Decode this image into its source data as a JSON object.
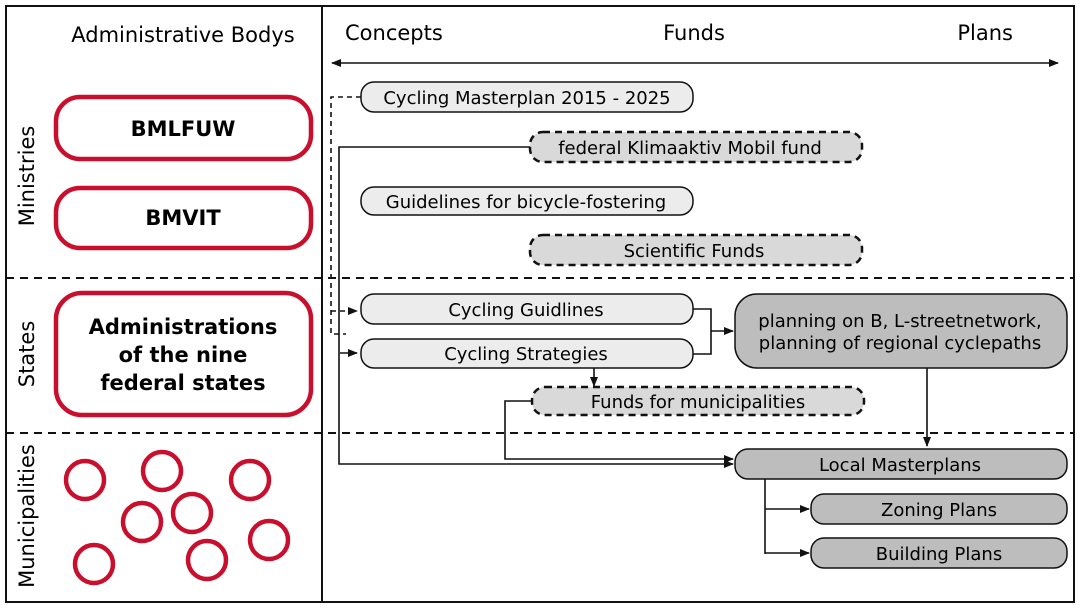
{
  "headers": {
    "admin": "Administrative Bodys",
    "concepts": "Concepts",
    "funds": "Funds",
    "plans": "Plans"
  },
  "rows": {
    "ministries": "Ministries",
    "states": "States",
    "municipalities": "Municipalities"
  },
  "bodies": {
    "bmlfuw": "BMLFUW",
    "bmvit": "BMVIT",
    "states_line1": "Administrations",
    "states_line2": "of the nine",
    "states_line3": "federal states"
  },
  "nodes": {
    "masterplan": "Cycling Masterplan 2015 - 2025",
    "klimaaktiv": "federal Klimaaktiv Mobil fund",
    "guidelines_fostering": "Guidelines for bicycle-fostering",
    "scientific": "Scientific Funds",
    "cycling_guidlines": "Cycling Guidlines",
    "cycling_strategies": "Cycling Strategies",
    "planning_line1": "planning on B, L-streetnetwork,",
    "planning_line2": "planning of regional cyclepaths",
    "funds_municipalities": "Funds for municipalities",
    "local_masterplans": "Local Masterplans",
    "zoning": "Zoning Plans",
    "building": "Building Plans"
  },
  "colors": {
    "red": "#c8102e",
    "light_box": "#ececec",
    "dashed_box": "#d9d9d9",
    "dark_box": "#bdbdbd"
  }
}
